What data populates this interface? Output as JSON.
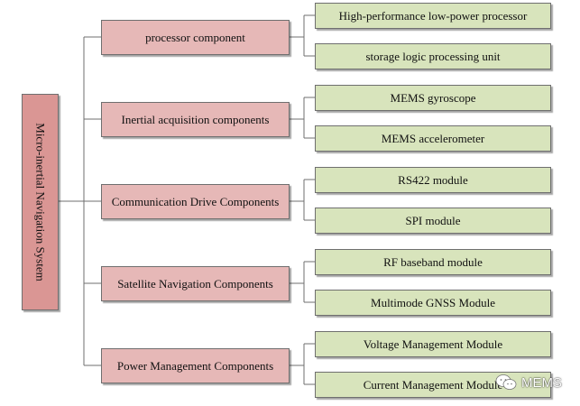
{
  "colors": {
    "root_fill": "#DA9694",
    "category_fill": "#E6B8B7",
    "leaf_fill": "#D8E4BC",
    "border": "#6F6F6F",
    "line": "#6F6F6F"
  },
  "root": {
    "label": "Micro-inertial Navigation System"
  },
  "categories": [
    {
      "label": "processor component",
      "children": [
        "High-performance low-power processor",
        "storage logic processing unit"
      ]
    },
    {
      "label": "Inertial acquisition components",
      "children": [
        "MEMS gyroscope",
        "MEMS accelerometer"
      ]
    },
    {
      "label": "Communication Drive Components",
      "children": [
        "RS422 module",
        "SPI module"
      ]
    },
    {
      "label": "Satellite Navigation Components",
      "children": [
        "RF baseband module",
        "Multimode GNSS Module"
      ]
    },
    {
      "label": "Power Management Components",
      "children": [
        "Voltage Management Module",
        "Current Management Module"
      ]
    }
  ],
  "watermark": {
    "text": "MEMS",
    "icon": "wechat-icon"
  }
}
